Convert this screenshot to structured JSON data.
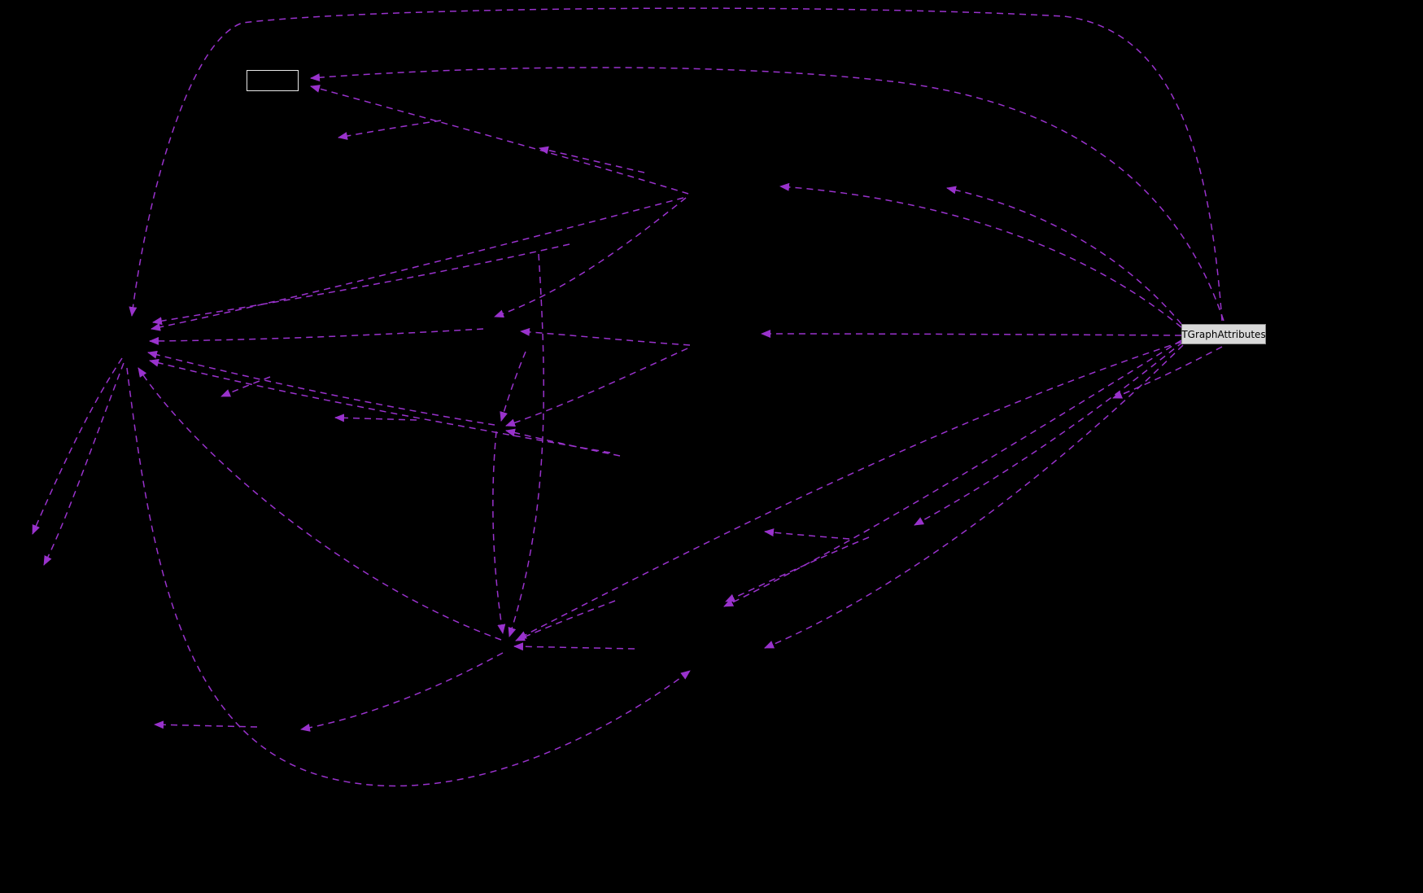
{
  "diagram": {
    "type": "dependency-graph",
    "background_color": "#000000",
    "edge_color": "#9932CC",
    "edge_style": "dashed",
    "nodes": [
      {
        "id": "unlabeled-box",
        "label": "",
        "fill": "transparent",
        "border_color": "#e8e8e8"
      },
      {
        "id": "tgraphattributes",
        "label": "TGraphAttributes",
        "fill": "#d9d9d9",
        "border_color": "#8c8c8c",
        "text_color": "#000000"
      }
    ]
  }
}
